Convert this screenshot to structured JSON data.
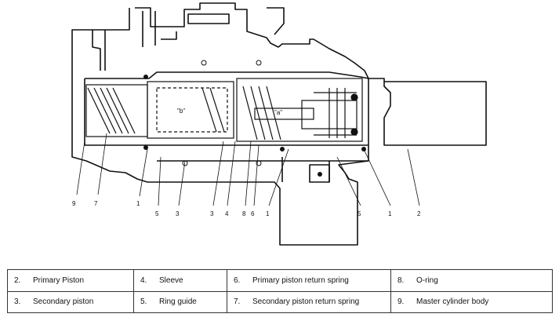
{
  "diagram": {
    "inner_labels": {
      "b": "\"b\"",
      "a": "\"a\""
    },
    "callouts": [
      "9",
      "7",
      "1",
      "5",
      "3",
      "3",
      "4",
      "8",
      "6",
      "1",
      "5",
      "1",
      "2"
    ]
  },
  "legend": {
    "rows": [
      [
        {
          "num": "2.",
          "label": "Primary Piston"
        },
        {
          "num": "4.",
          "label": "Sleeve"
        },
        {
          "num": "6.",
          "label": "Primary piston return spring"
        },
        {
          "num": "8.",
          "label": "O-ring"
        }
      ],
      [
        {
          "num": "3.",
          "label": "Secondary piston"
        },
        {
          "num": "5.",
          "label": "Ring guide"
        },
        {
          "num": "7.",
          "label": "Secondary piston return spring"
        },
        {
          "num": "9.",
          "label": "Master cylinder body"
        }
      ]
    ]
  }
}
